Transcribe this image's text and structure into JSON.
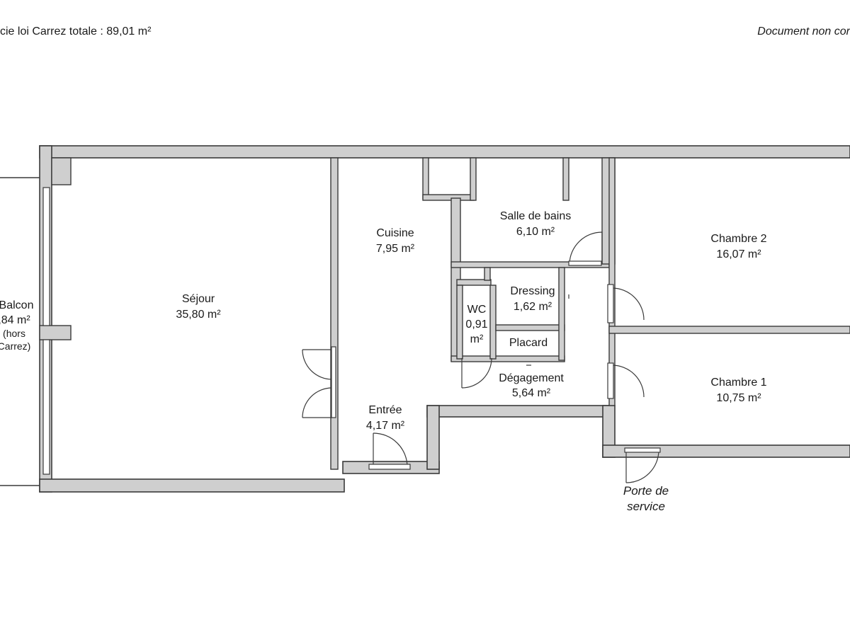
{
  "header": {
    "surface_text": "cie loi Carrez totale :  89,01 m²",
    "document_note": "Document non cor"
  },
  "rooms": {
    "sejour": {
      "name": "Séjour",
      "area": "35,80 m²"
    },
    "cuisine": {
      "name": "Cuisine",
      "area": "7,95 m²"
    },
    "salle_de_bains": {
      "name": "Salle de bains",
      "area": "6,10 m²"
    },
    "chambre2": {
      "name": "Chambre 2",
      "area": "16,07 m²"
    },
    "chambre1": {
      "name": "Chambre 1",
      "area": "10,75 m²"
    },
    "dressing": {
      "name": "Dressing",
      "area": "1,62 m²"
    },
    "wc": {
      "name": "WC",
      "area_value": "0,91",
      "area_unit": "m²"
    },
    "placard": {
      "name": "Placard"
    },
    "degagement": {
      "name": "Dégagement",
      "area": "5,64 m²"
    },
    "entree": {
      "name": "Entrée",
      "area": "4,17 m²"
    },
    "balcon": {
      "name": "Balcon",
      "area": ",84 m²",
      "note_1": "(hors",
      "note_2": "Carrez)"
    }
  },
  "labels": {
    "porte_de_service_1": "Porte de",
    "porte_de_service_2": "service"
  }
}
